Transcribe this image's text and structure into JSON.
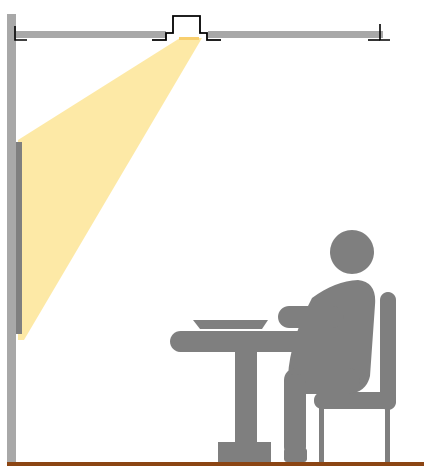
{
  "scene": {
    "subject": "wall-washer-lighting-section",
    "colors": {
      "background": "#ffffff",
      "structure": "#a8a8a8",
      "figure": "#7f7f7f",
      "light_beam": "#fde9a6",
      "luminaire_lens": "#f8cf6e",
      "floor": "#8b4513",
      "luminaire_outline": "#000000"
    },
    "icons": [
      "wall",
      "ceiling",
      "recessed-luminaire",
      "light-beam",
      "wall-panel",
      "table",
      "chair",
      "seated-person",
      "floor"
    ]
  }
}
